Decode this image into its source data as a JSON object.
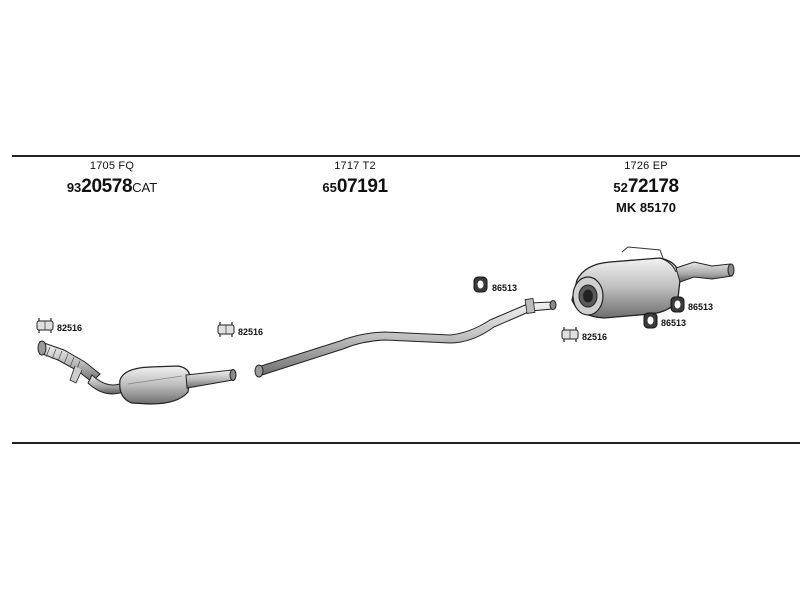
{
  "sections": [
    {
      "ref": "1705 FQ",
      "part_prefix": "93",
      "part_main": "20578",
      "part_suffix": "CAT"
    },
    {
      "ref": "1717 T2",
      "part_prefix": "65",
      "part_main": "07191",
      "part_suffix": ""
    },
    {
      "ref": "1726 EP",
      "part_prefix": "52",
      "part_main": "72178",
      "part_suffix": "",
      "kit": "MK  85170"
    }
  ],
  "callouts": {
    "clamp_a": "82516",
    "clamp_b": "82516",
    "clamp_c": "82516",
    "hanger_a": "86513",
    "hanger_b": "86513",
    "hanger_c": "86513"
  }
}
